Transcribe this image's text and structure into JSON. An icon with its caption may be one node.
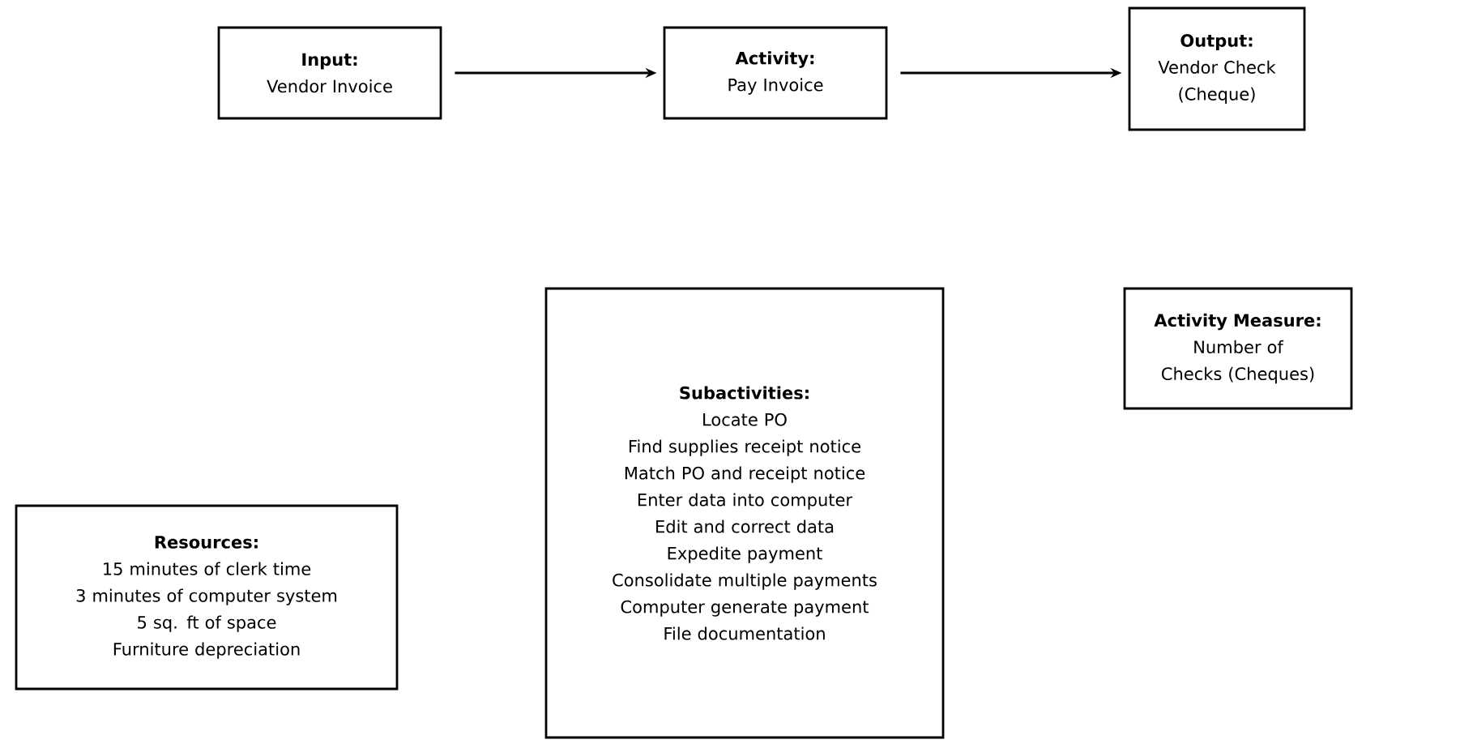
{
  "diagram": {
    "nodes": [
      {
        "text": [
          "Input:",
          "Vendor Invoice"
        ]
      },
      {
        "text": [
          "Activity:",
          "Pay Invoice"
        ]
      },
      {
        "text": [
          "Output:",
          "Vendor Check (Cheque)"
        ]
      },
      {
        "text": [
          "Subactivities:",
          "Locate PO",
          "Find supplies receipt notice",
          "Match PO and receipt notice",
          "Enter data into computer",
          "Edit and correct data",
          "Expedite payment",
          "Consolidate multiple payments",
          "Computer generate payment",
          "File documentation"
        ]
      },
      {
        "text": [
          "Activity Measure:",
          "Number of Checks (Cheques)"
        ]
      },
      {
        "text": [
          "Resources:",
          "15 minutes of clerk time",
          "3 minutes of computer system",
          "5 sq. ft of space",
          "Furniture depreciation"
        ]
      }
    ],
    "edges": [
      {
        "from": 0,
        "to": 1,
        "arrow": "to"
      },
      {
        "from": 1,
        "to": 2,
        "arrow": "to"
      }
    ]
  }
}
